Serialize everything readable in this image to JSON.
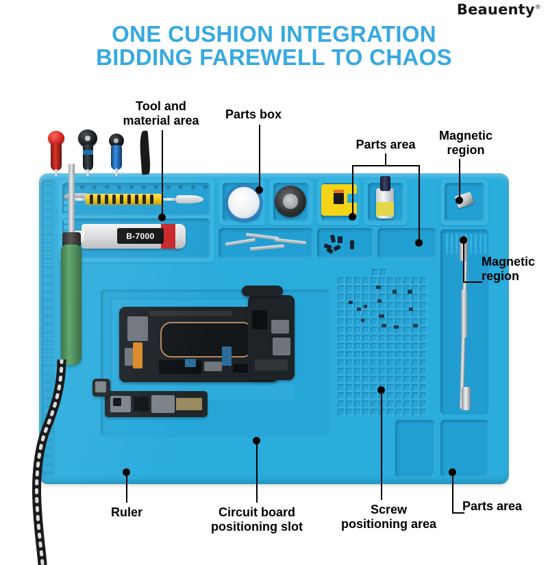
{
  "brand": {
    "name": "Beauenty",
    "trademark": "®"
  },
  "headline": {
    "line1": "ONE CUSHION INTEGRATION",
    "line2": "BIDDING FAREWELL TO CHAOS",
    "color": "#36a9e1"
  },
  "callouts": [
    {
      "id": "tool-material-area",
      "line1": "Tool and",
      "line2": "material area"
    },
    {
      "id": "parts-box",
      "line1": "Parts box",
      "line2": ""
    },
    {
      "id": "parts-area-top",
      "line1": "Parts area",
      "line2": ""
    },
    {
      "id": "magnetic-region-top",
      "line1": "Magnetic",
      "line2": "region"
    },
    {
      "id": "magnetic-region-right",
      "line1": "Magnetic",
      "line2": "region"
    },
    {
      "id": "ruler",
      "line1": "Ruler",
      "line2": ""
    },
    {
      "id": "circuit-board-positioning-slot",
      "line1": "Circuit board",
      "line2": "positioning slot"
    },
    {
      "id": "screw-positioning-area",
      "line1": "Screw",
      "line2": "positioning area"
    },
    {
      "id": "parts-area-bottom",
      "line1": "Parts area",
      "line2": ""
    }
  ],
  "product": {
    "mat_color": "#2aacdd",
    "label_color": "#000000",
    "items": [
      {
        "name": "screwdriver-red"
      },
      {
        "name": "screwdriver-black"
      },
      {
        "name": "screwdriver-blue"
      },
      {
        "name": "pry-tool"
      },
      {
        "name": "spudger-knife"
      },
      {
        "name": "glue-tube",
        "text": "B-7000"
      },
      {
        "name": "solder-paste-jar"
      },
      {
        "name": "tape-roll"
      },
      {
        "name": "yellow-sponge-holder"
      },
      {
        "name": "flux-bottle"
      },
      {
        "name": "tweezers-set"
      },
      {
        "name": "screws-scatter"
      },
      {
        "name": "metal-spudger"
      },
      {
        "name": "soldering-iron"
      },
      {
        "name": "phone-chassis"
      },
      {
        "name": "motherboard"
      }
    ]
  }
}
